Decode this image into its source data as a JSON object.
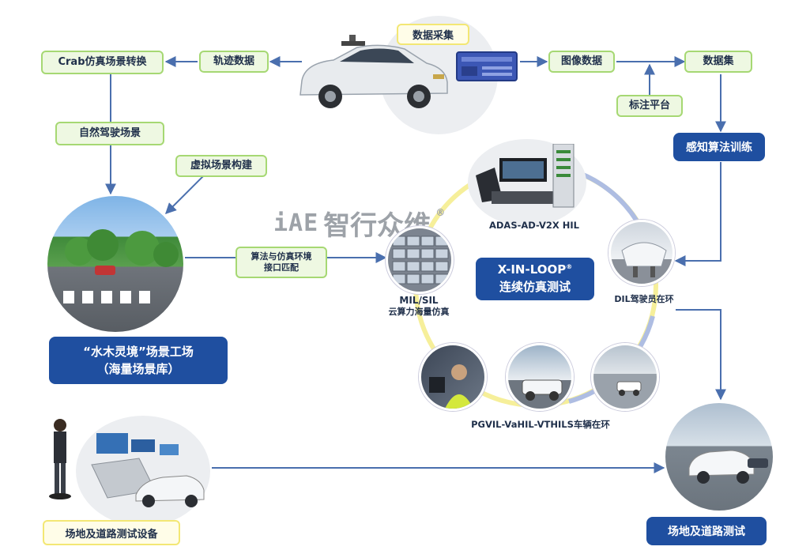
{
  "colors": {
    "arrow": "#4a6fae",
    "navy": "#1f4fa0",
    "green_border": "#a6d873",
    "yellow_border": "#f3e774",
    "loop_yellow": "#f6ef9a",
    "loop_blue": "#aebde2"
  },
  "boxes": {
    "data_collection": "数据采集",
    "track_data": "轨迹数据",
    "crab_conversion": "Crab仿真场景转换",
    "natural_driving": "自然驾驶场景",
    "virtual_scene": "虚拟场景构建",
    "image_data": "图像数据",
    "dataset": "数据集",
    "annotation_platform": "标注平台",
    "perception_training": "感知算法训练",
    "interface_match_line1": "算法与仿真环境",
    "interface_match_line2": "接口匹配",
    "scene_factory_line1": "“水木灵境”场景工场",
    "scene_factory_line2": "（海量场景库）",
    "xinloop_line1": "X-IN-LOOP",
    "xinloop_mark": "®",
    "xinloop_line2": "连续仿真测试",
    "site_equipment": "场地及道路测试设备",
    "site_test": "场地及道路测试"
  },
  "labels": {
    "adas": "ADAS-AD-V2X HIL",
    "mil_line1": "MIL/SIL",
    "mil_line2": "云算力海量仿真",
    "dil": "DIL驾驶员在环",
    "pgvil": "PGVIL-VaHIL-VTHILS车辆在环"
  },
  "logo": {
    "mark": "iAE",
    "name": "智行众维",
    "reg": "®"
  },
  "icons": {
    "collection_car": "autonomous-car-icon",
    "collection_device": "data-logger-icon",
    "scene_image": "virtual-street-scene-icon",
    "adas_rig": "hil-simulator-rig-icon",
    "mil_grid": "simulation-grid-icon",
    "dil_sim": "driving-simulator-icon",
    "test_car": "test-vehicle-icon",
    "equipment": "test-equipment-icon"
  }
}
